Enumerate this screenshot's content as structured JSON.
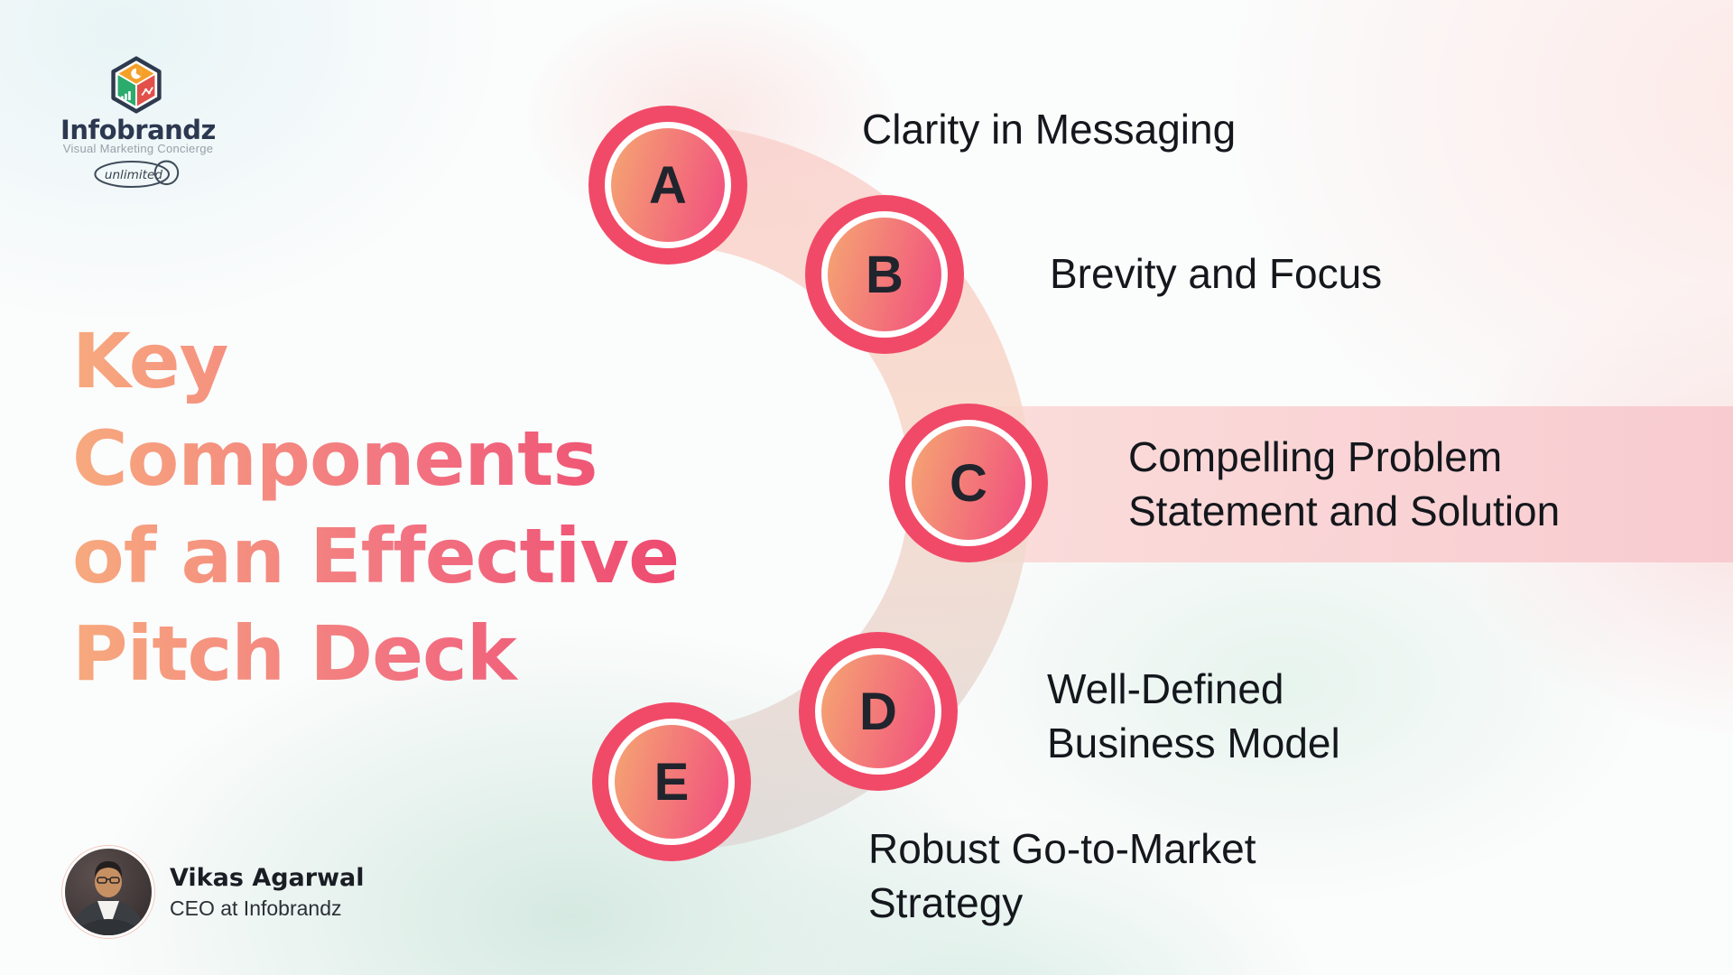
{
  "brand": {
    "name": "Infobrandz",
    "tagline": "Visual Marketing Concierge",
    "badge": "unlimited"
  },
  "title": {
    "lines": [
      "Key",
      "Components",
      "of an Effective",
      "Pitch Deck"
    ]
  },
  "items": [
    {
      "letter": "A",
      "lines": [
        "Clarity in Messaging"
      ],
      "highlighted": false
    },
    {
      "letter": "B",
      "lines": [
        "Brevity and Focus"
      ],
      "highlighted": false
    },
    {
      "letter": "C",
      "lines": [
        "Compelling Problem",
        "Statement and Solution"
      ],
      "highlighted": true
    },
    {
      "letter": "D",
      "lines": [
        "Well-Defined",
        "Business Model"
      ],
      "highlighted": false
    },
    {
      "letter": "E",
      "lines": [
        "Robust Go-to-Market",
        "Strategy"
      ],
      "highlighted": false
    }
  ],
  "author": {
    "name": "Vikas Agarwal",
    "role": "CEO at Infobrandz"
  },
  "colors": {
    "ring_red": "#F14A68",
    "circle_gradient_start": "#F4A273",
    "circle_gradient_end": "#F2517E",
    "title_gradient_start": "#F7AA7E",
    "title_gradient_end": "#EE4A70",
    "band_pink": "#F8CBD0",
    "arc_peach": "#F8D7CC",
    "mint_background": "#D5E9E1",
    "label_text": "#14171C",
    "brand_navy": "#2C3850"
  }
}
